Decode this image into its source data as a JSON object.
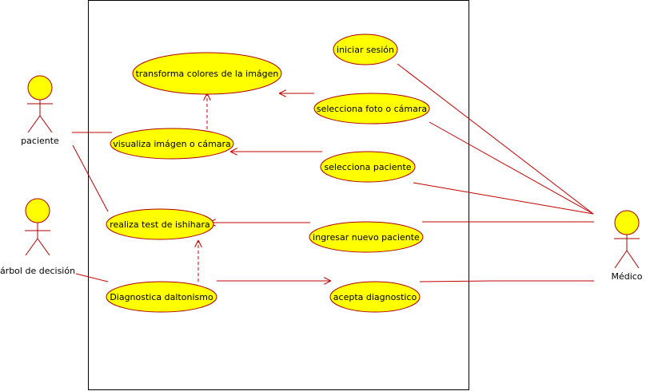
{
  "colors": {
    "usecase_fill": "#ffff00",
    "outline": "#aa0000",
    "line": "#c00000",
    "border": "#000000"
  },
  "actors": {
    "paciente": "paciente",
    "arbol": "árbol de decisión",
    "medico": "Médico"
  },
  "use_cases": {
    "iniciar_sesion": "iniciar sesión",
    "transforma_colores": "transforma colores de la imágen",
    "selecciona_foto": "selecciona foto o cámara",
    "visualiza_imagen": "visualiza imágen o cámara",
    "selecciona_paciente": "selecciona paciente",
    "realiza_test": "realiza test de ishihara",
    "ingresar_paciente": "ingresar nuevo paciente",
    "diagnostica": "Diagnostica daltonismo",
    "acepta_diagnostico": "acepta diagnostico"
  }
}
